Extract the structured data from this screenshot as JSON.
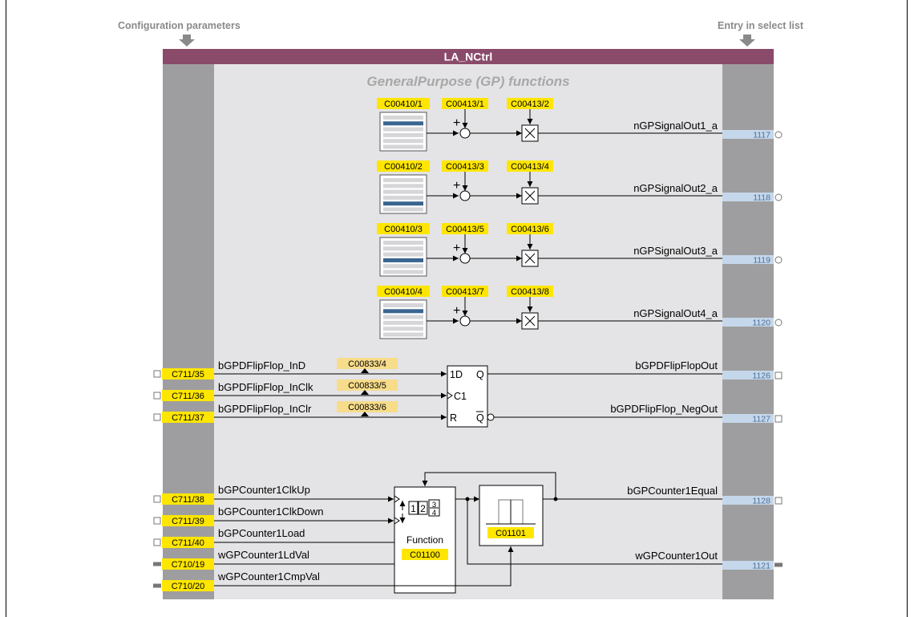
{
  "header": {
    "config_params": "Configuration parameters",
    "entry_select": "Entry in select list"
  },
  "block": {
    "title": "LA_NCtrl",
    "subtitle": "GeneralPurpose (GP) functions"
  },
  "gp_functions": [
    {
      "sel": "C00410/1",
      "offset": "C00413/1",
      "gain": "C00413/2",
      "out_name": "nGPSignalOut1_a",
      "out_code": "1117",
      "active_row": 1
    },
    {
      "sel": "C00410/2",
      "offset": "C00413/3",
      "gain": "C00413/4",
      "out_name": "nGPSignalOut2_a",
      "out_code": "1118",
      "active_row": 4
    },
    {
      "sel": "C00410/3",
      "offset": "C00413/5",
      "gain": "C00413/6",
      "out_name": "nGPSignalOut3_a",
      "out_code": "1119",
      "active_row": 3
    },
    {
      "sel": "C00410/4",
      "offset": "C00413/7",
      "gain": "C00413/8",
      "out_name": "nGPSignalOut4_a",
      "out_code": "1120",
      "active_row": 1
    }
  ],
  "flipflop": {
    "inputs": [
      {
        "name": "bGPDFlipFlop_InD",
        "code": "C711/35",
        "param": "C00833/4"
      },
      {
        "name": "bGPDFlipFlop_InClk",
        "code": "C711/36",
        "param": "C00833/5"
      },
      {
        "name": "bGPDFlipFlop_InClr",
        "code": "C711/37",
        "param": "C00833/6"
      }
    ],
    "pins": {
      "d": "1D",
      "c": "C1",
      "r": "R",
      "q": "Q",
      "qbar": "Q"
    },
    "outputs": [
      {
        "name": "bGPDFlipFlopOut",
        "code": "1126"
      },
      {
        "name": "bGPDFlipFlop_NegOut",
        "code": "1127"
      }
    ]
  },
  "counter": {
    "inputs": [
      {
        "name": "bGPCounter1ClkUp",
        "code": "C711/38"
      },
      {
        "name": "bGPCounter1ClkDown",
        "code": "C711/39"
      },
      {
        "name": "bGPCounter1Load",
        "code": "C711/40"
      },
      {
        "name": "wGPCounter1LdVal",
        "code": "C710/19"
      },
      {
        "name": "wGPCounter1CmpVal",
        "code": "C710/20"
      }
    ],
    "digits": [
      "1",
      "2",
      "3",
      "4"
    ],
    "function_label": "Function",
    "function_code": "C01100",
    "compare_code": "C01101",
    "outputs": [
      {
        "name": "bGPCounter1Equal",
        "code": "1128"
      },
      {
        "name": "wGPCounter1Out",
        "code": "1121"
      }
    ]
  },
  "colors": {
    "title_bar": "#8a4a6a",
    "side_column": "#9e9ea0",
    "panel": "#e4e4e6",
    "yellow_label": "#ffe600",
    "param_label": "#f7dc8a",
    "output_code": "#c5d7ea",
    "output_code_text": "#4a6f99",
    "selected_row": "#3a6590",
    "header_text": "#8a8a8a"
  }
}
